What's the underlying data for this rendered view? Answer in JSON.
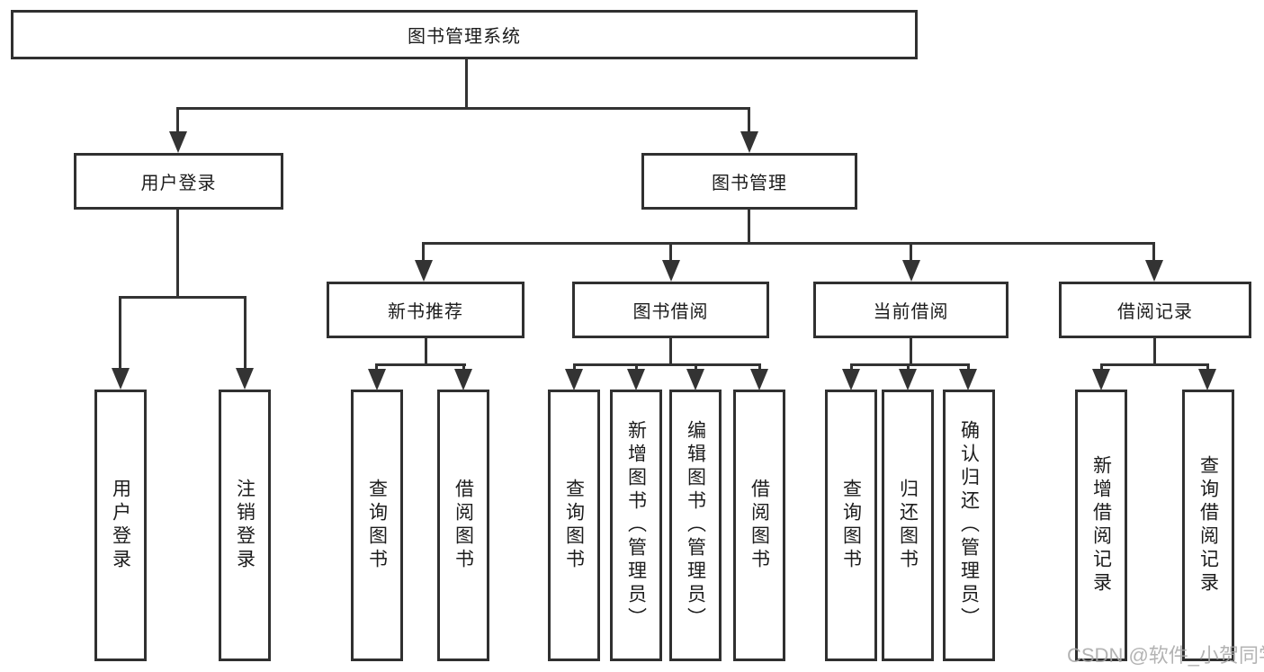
{
  "colors": {
    "background": "#ffffff",
    "line": "#333333",
    "text": "#1c1c1c",
    "watermark": "#a6a6a6"
  },
  "tree": {
    "root": {
      "label": "图书管理系统"
    },
    "children": [
      {
        "label": "用户登录",
        "children": [
          {
            "label": "用户登录"
          },
          {
            "label": "注销登录"
          }
        ]
      },
      {
        "label": "图书管理",
        "children": [
          {
            "label": "新书推荐",
            "children": [
              {
                "label": "查询图书"
              },
              {
                "label": "借阅图书"
              }
            ]
          },
          {
            "label": "图书借阅",
            "children": [
              {
                "label": "查询图书"
              },
              {
                "label": "新增图书（管理员）"
              },
              {
                "label": "编辑图书（管理员）"
              },
              {
                "label": "借阅图书"
              }
            ]
          },
          {
            "label": "当前借阅",
            "children": [
              {
                "label": "查询图书"
              },
              {
                "label": "归还图书"
              },
              {
                "label": "确认归还（管理员）"
              }
            ]
          },
          {
            "label": "借阅记录",
            "children": [
              {
                "label": "新增借阅记录"
              },
              {
                "label": "查询借阅记录"
              }
            ]
          }
        ]
      }
    ]
  },
  "watermark": {
    "text": "CSDN @软件_小贺同学"
  }
}
